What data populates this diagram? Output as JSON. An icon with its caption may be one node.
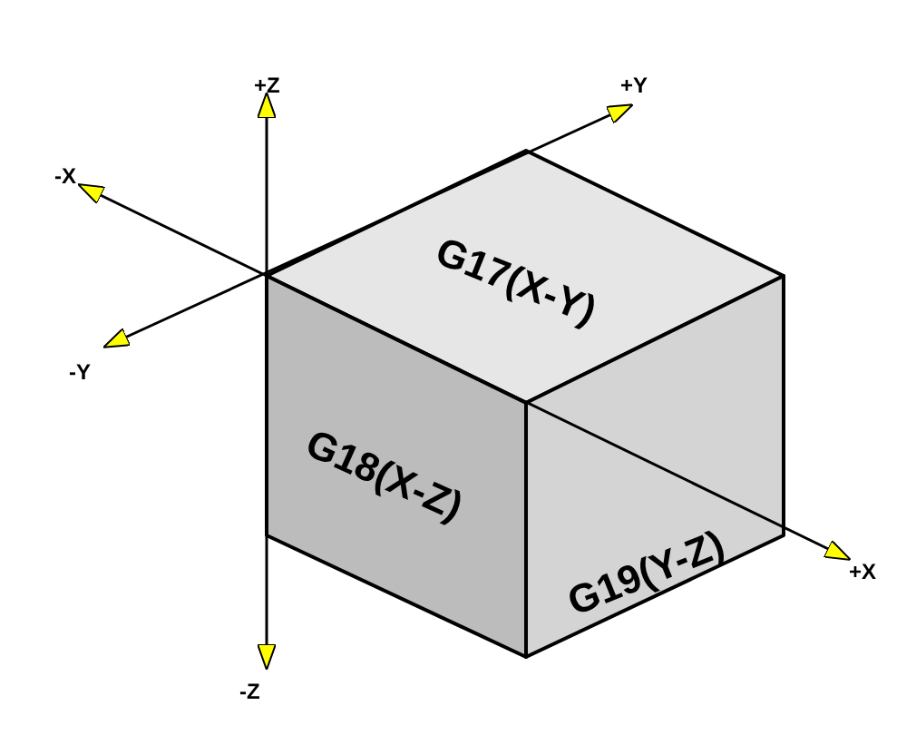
{
  "diagram": {
    "nodes": [
      {
        "text": [
          "G17(X-Y)"
        ]
      },
      {
        "text": [
          "G18(X-Z)"
        ]
      },
      {
        "text": [
          "G19(Y-Z)"
        ]
      }
    ],
    "labels": [
      "+Z",
      "+Y",
      "-X",
      "-Y",
      "+X",
      "-Z"
    ]
  }
}
